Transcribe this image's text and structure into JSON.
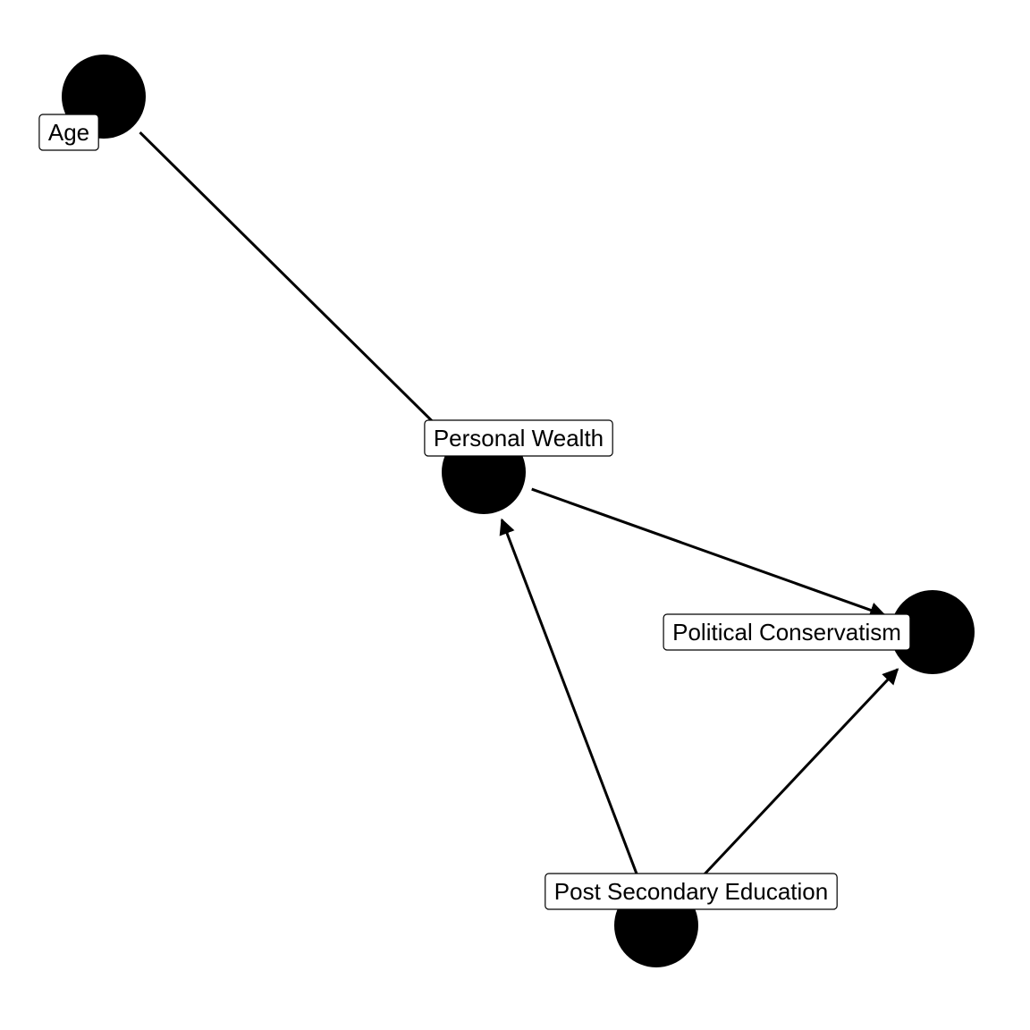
{
  "diagram": {
    "type": "directed-acyclic-graph",
    "colors": {
      "node": "#000000",
      "edge": "#000000",
      "label_background": "#ffffff",
      "label_border": "#000000",
      "background": "#ffffff"
    },
    "nodes": [
      {
        "id": "age",
        "label": "Age"
      },
      {
        "id": "wealth",
        "label": "Personal Wealth"
      },
      {
        "id": "conservatism",
        "label": "Political Conservatism"
      },
      {
        "id": "education",
        "label": "Post Secondary Education"
      }
    ],
    "edges": [
      {
        "from": "age",
        "to": "wealth",
        "arrow": false
      },
      {
        "from": "wealth",
        "to": "conservatism",
        "arrow": true
      },
      {
        "from": "education",
        "to": "wealth",
        "arrow": true
      },
      {
        "from": "education",
        "to": "conservatism",
        "arrow": true
      }
    ]
  }
}
